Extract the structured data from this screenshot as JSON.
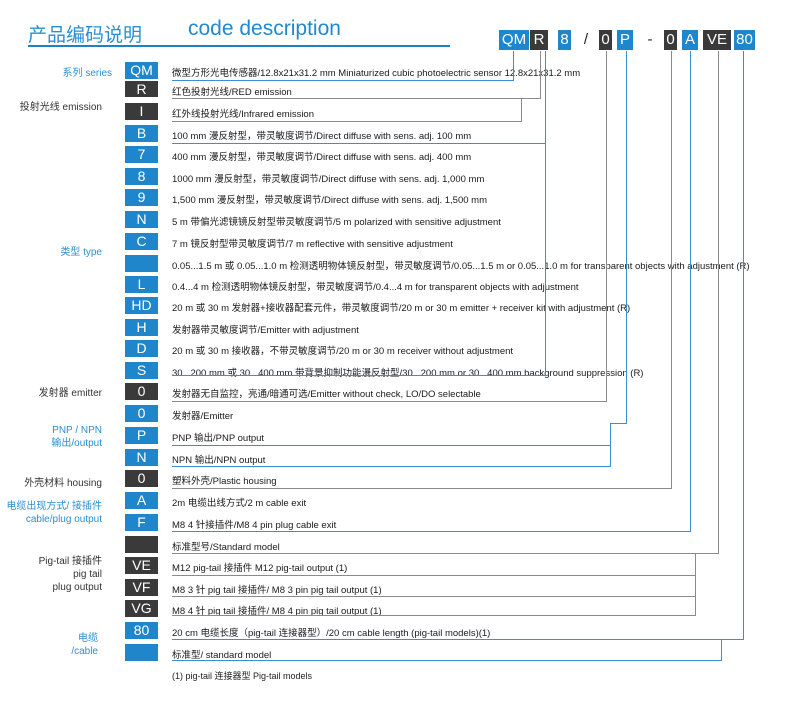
{
  "header": {
    "title_cn": "产品编码说明",
    "title_en": "code description"
  },
  "code": {
    "parts": [
      "QM",
      "R",
      "8",
      "/",
      "0",
      "P",
      "-",
      "0",
      "A",
      "VE",
      "80"
    ],
    "colors": {
      "blue": "#1e86cc",
      "dark": "#3a3a3a"
    }
  },
  "categories": {
    "series": "系列 series",
    "emission": "投射光线 emission",
    "type": "类型 type",
    "emitter": "发射器 emitter",
    "output": "PNP / NPN\n输出/output",
    "housing": "外壳材料 housing",
    "cable_exit": "电缆出现方式/ 接插件\ncable/plug output",
    "pigtail": "Pig-tail 接插件\npig tail\nplug output",
    "cable": "电缆\n/cable"
  },
  "rows": [
    {
      "code": "QM",
      "desc": "微型方形光电传感器/12.8x21x31.2 mm Miniaturized cubic photoelectric sensor 12.8x21x31.2 mm"
    },
    {
      "code": "R",
      "desc": "红色投射光线/RED emission"
    },
    {
      "code": "I",
      "desc": "红外线投射光线/Infrared emission"
    },
    {
      "code": "B",
      "desc": "100 mm 漫反射型，带灵敏度调节/Direct diffuse with sens. adj. 100 mm"
    },
    {
      "code": "7",
      "desc": "400 mm 漫反射型，带灵敏度调节/Direct diffuse with sens. adj. 400 mm"
    },
    {
      "code": "8",
      "desc": "1000 mm 漫反射型，带灵敏度调节/Direct diffuse with sens. adj. 1,000 mm"
    },
    {
      "code": "9",
      "desc": "1,500 mm 漫反射型，带灵敏度调节/Direct diffuse with sens. adj. 1,500 mm"
    },
    {
      "code": "N",
      "desc": "5 m 带偏光滤镜镜反射型带灵敏度调节/5 m polarized with sensitive adjustment"
    },
    {
      "code": "C",
      "desc": "7 m 镜反射型带灵敏度调节/7 m reflective with sensitive adjustment"
    },
    {
      "code": "",
      "desc": "0.05...1.5 m 或 0.05...1.0 m 检测透明物体镜反射型，带灵敏度调节/0.05...1.5 m or 0.05...1.0 m for transparent objects with adjustment (R)"
    },
    {
      "code": "L",
      "desc": "0.4...4 m 检测透明物体镜反射型，带灵敏度调节/0.4...4 m for transparent objects with adjustment"
    },
    {
      "code": "HD",
      "desc": "20 m 或 30 m 发射器+接收器配套元件，带灵敏度调节/20 m or 30 m emitter + receiver kit with adjustment (R)"
    },
    {
      "code": "H",
      "desc": "发射器带灵敏度调节/Emitter with adjustment"
    },
    {
      "code": "D",
      "desc": "20 m 或 30 m 接收器，不带灵敏度调节/20 m or 30 m receiver without adjustment"
    },
    {
      "code": "S",
      "desc": "30...200 mm 或 30...400 mm 带背景抑制功能漫反射型/30...200 mm or 30...400 mm background suppression (R)"
    },
    {
      "code": "0",
      "desc": "发射器无自监控，亮通/暗通可选/Emitter without check, LO/DO selectable"
    },
    {
      "code": "0",
      "desc": "发射器/Emitter"
    },
    {
      "code": "P",
      "desc": "PNP 输出/PNP output"
    },
    {
      "code": "N",
      "desc": "NPN 输出/NPN output"
    },
    {
      "code": "0",
      "desc": "塑料外壳/Plastic housing"
    },
    {
      "code": "A",
      "desc": "2m 电缆出线方式/2 m cable exit"
    },
    {
      "code": "F",
      "desc": "M8 4 针接插件/M8 4 pin plug cable exit"
    },
    {
      "code": "",
      "desc": "标准型号/Standard model"
    },
    {
      "code": "VE",
      "desc": "M12 pig-tail 接插件 M12 pig-tail output (1)"
    },
    {
      "code": "VF",
      "desc": "M8 3 针 pig tail 接插件/ M8 3 pin pig tail output (1)"
    },
    {
      "code": "VG",
      "desc": "M8 4 针 pig tail 接插件/ M8 4 pin pig tail output (1)"
    },
    {
      "code": "80",
      "desc": "20 cm 电缆长度（pig-tail 连接器型）/20 cm cable length (pig-tail models)(1)"
    },
    {
      "code": "",
      "desc": "标准型/ standard model"
    }
  ],
  "footnote": "(1) pig-tail 连接器型 Pig-tail models"
}
